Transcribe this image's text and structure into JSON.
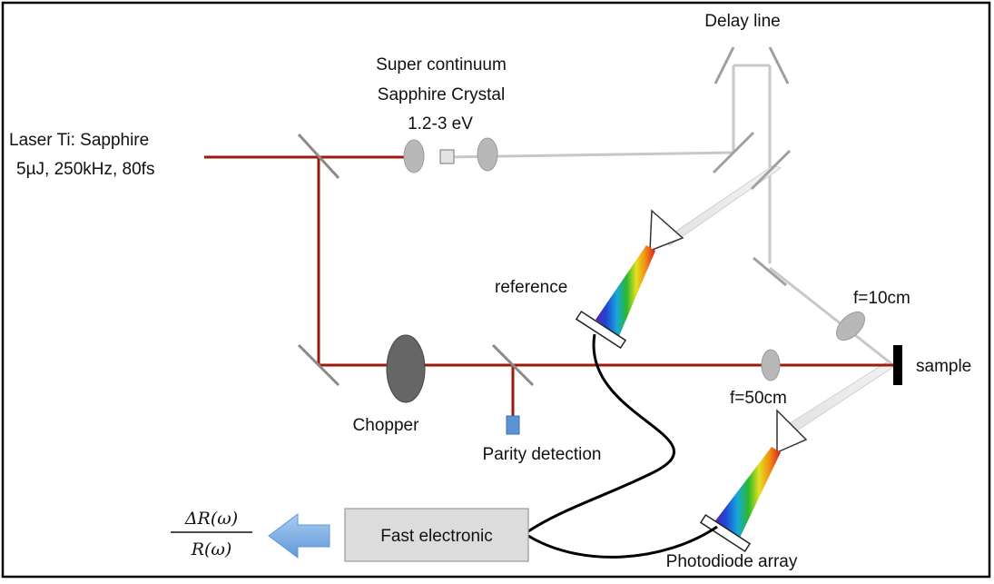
{
  "labels": {
    "laser_line1": "Laser Ti: Sapphire",
    "laser_line2": "5µJ, 250kHz, 80fs",
    "sc_line1": "Super continuum",
    "sc_line2": "Sapphire Crystal",
    "sc_line3": "1.2-3 eV",
    "delay_line": "Delay line",
    "reference": "reference",
    "f10": "f=10cm",
    "sample": "sample",
    "f50": "f=50cm",
    "chopper": "Chopper",
    "parity": "Parity detection",
    "fast_electronic": "Fast electronic",
    "photodiode": "Photodiode array",
    "formula_num": "ΔR(ω)",
    "formula_den": "R(ω)"
  },
  "colors": {
    "pump_beam": "#9c1a0c",
    "probe_beam": "#c8c8c8",
    "frame": "#000000",
    "lens": "#b8b8b8",
    "chopper": "#666666",
    "parity_detector": "#5b93d6",
    "box_fill": "#dcdcdc",
    "arrow": "#79aee6"
  }
}
